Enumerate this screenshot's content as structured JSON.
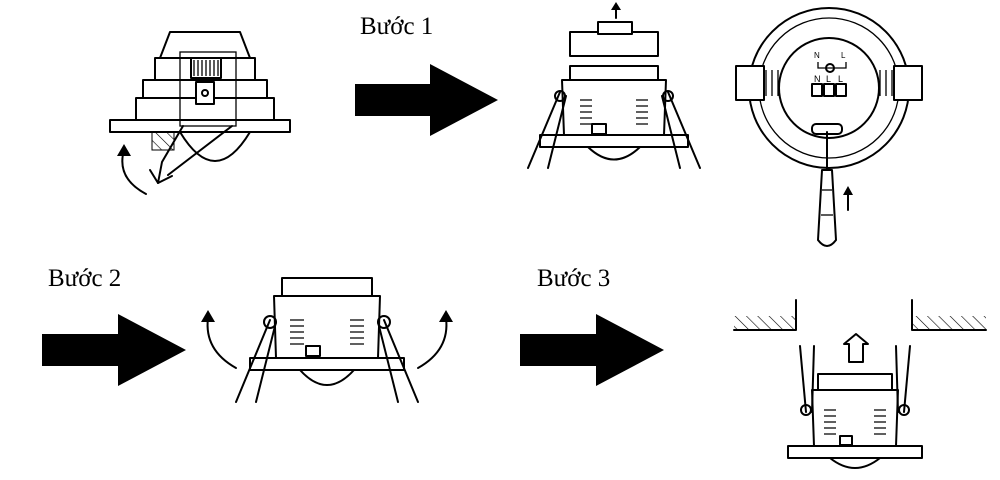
{
  "steps": [
    {
      "label": "Bước 1"
    },
    {
      "label": "Bước 2"
    },
    {
      "label": "Bước 3"
    }
  ],
  "terminal_labels": {
    "top": [
      "N",
      "L"
    ],
    "bottom": [
      "N",
      "L",
      "L"
    ]
  },
  "icons": {
    "arrows": [
      "big-right-arrow",
      "big-right-arrow",
      "big-right-arrow"
    ],
    "up_arrows": [
      "up-arrow",
      "up-arrow",
      "up-arrow"
    ],
    "rotate_arrows": [
      "rotate-arrow",
      "rotate-arrow",
      "rotate-arrow"
    ]
  },
  "colors": {
    "ink": "#000000",
    "paper": "#ffffff"
  }
}
